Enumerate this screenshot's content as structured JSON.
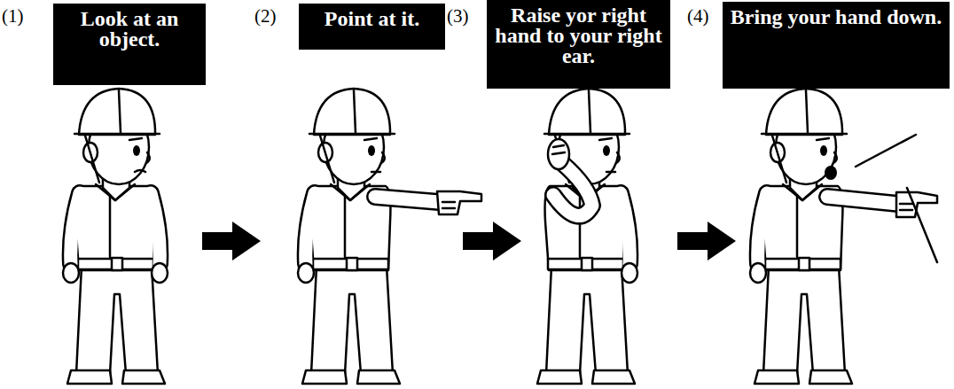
{
  "diagram": {
    "nodes": [
      {
        "text": [
          "Look at an object."
        ]
      },
      {
        "text": [
          "Point at it."
        ]
      },
      {
        "text": [
          "Raise yor right hand to your right ear."
        ]
      },
      {
        "text": [
          "Bring your hand down."
        ]
      }
    ],
    "labels": [
      "(1)",
      "(2)",
      "(3)",
      "(4)"
    ]
  }
}
